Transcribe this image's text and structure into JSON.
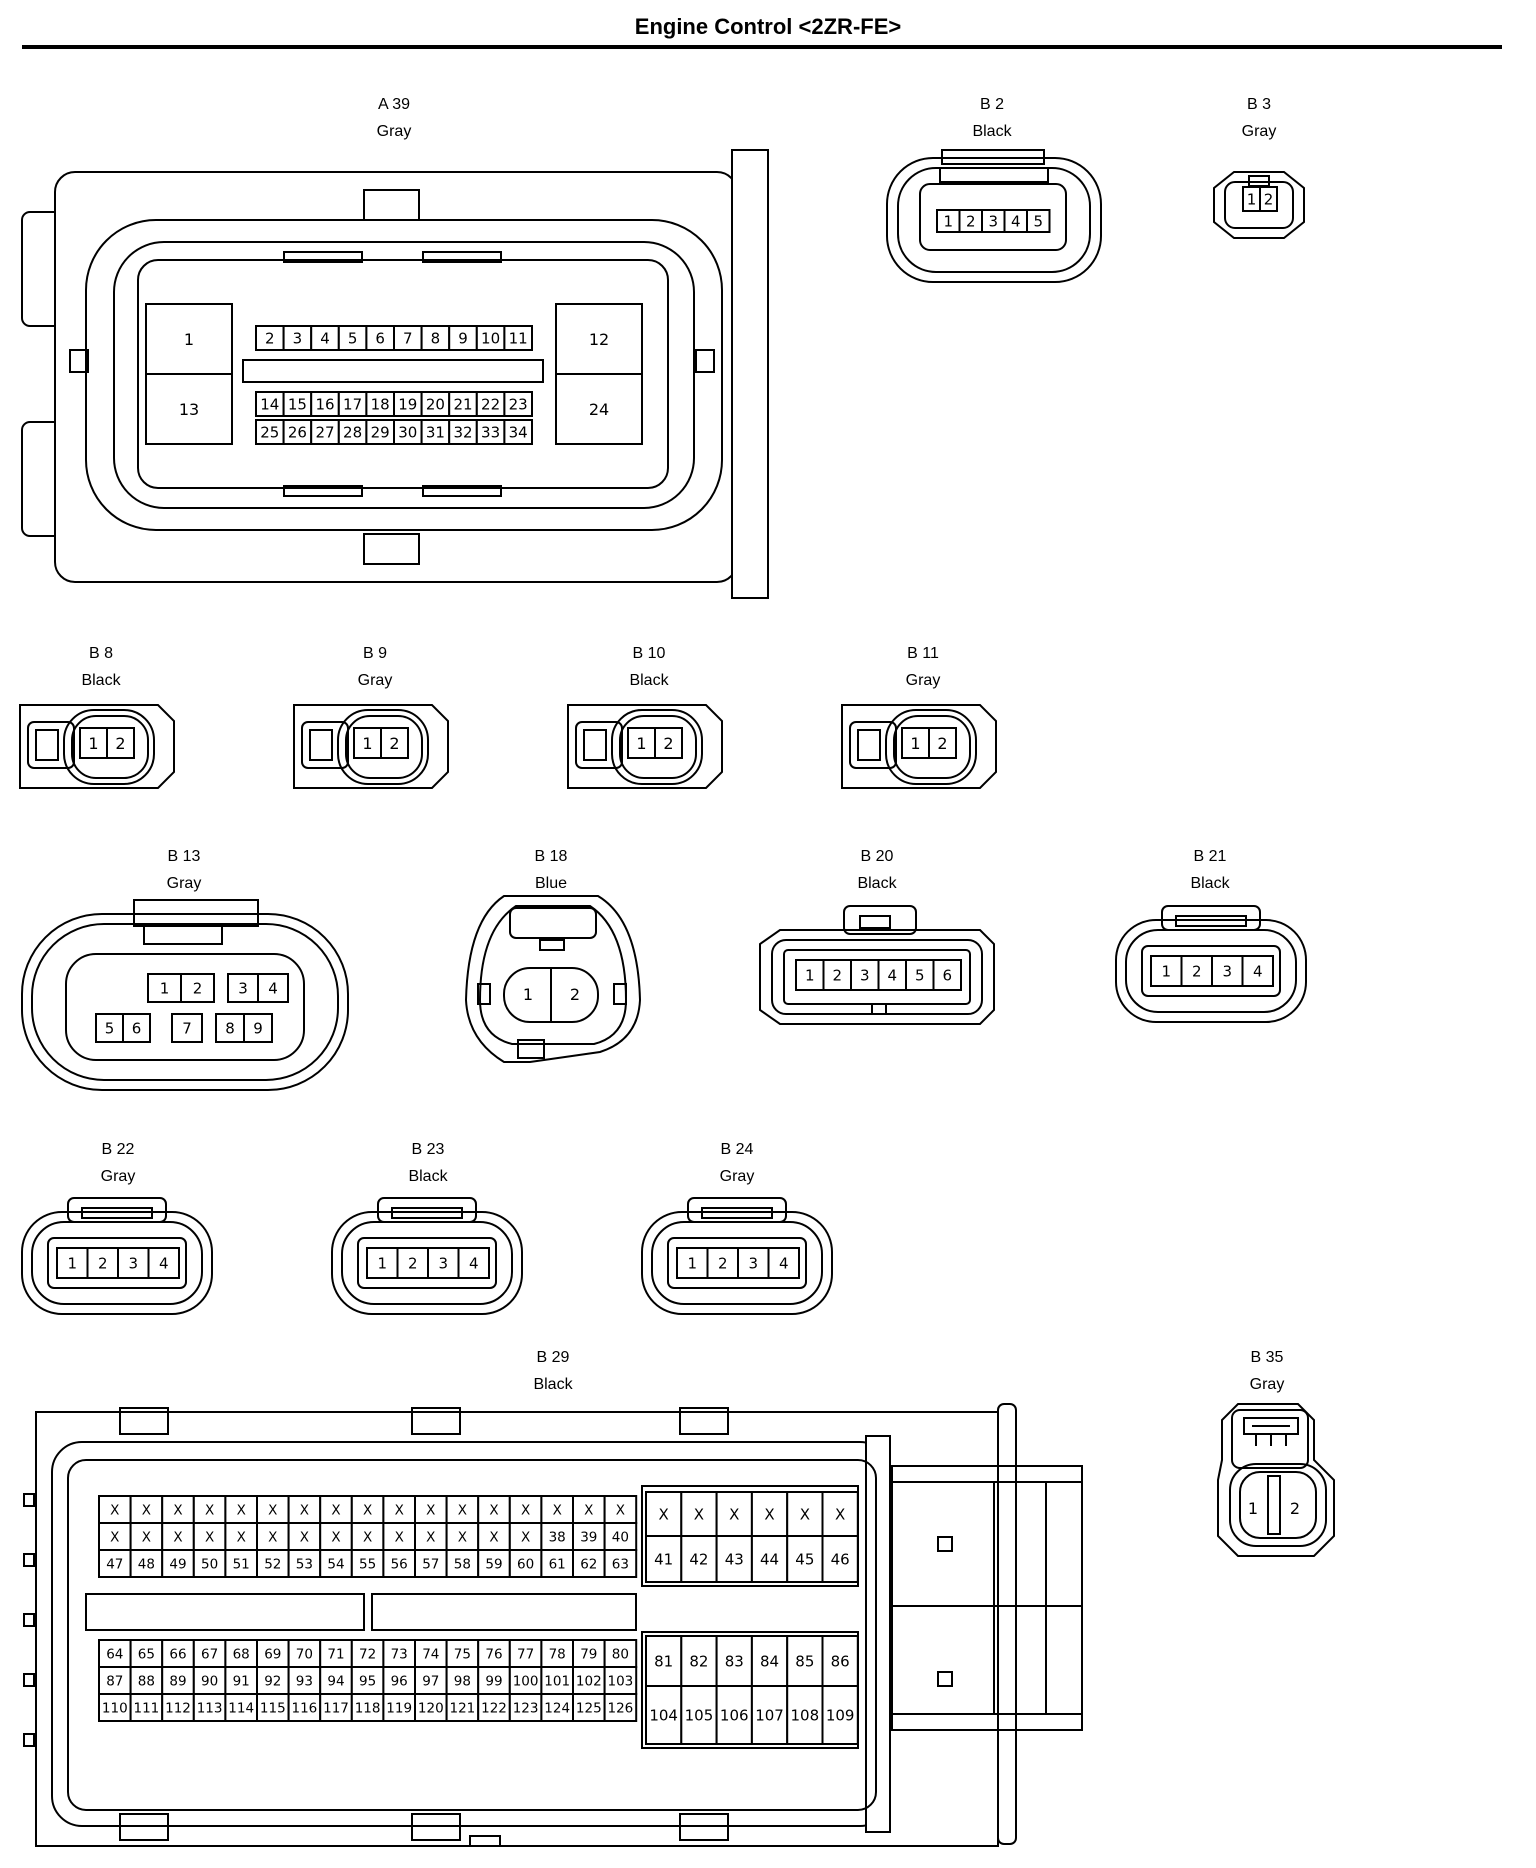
{
  "title": "Engine Control <2ZR-FE>",
  "connectors": [
    {
      "code": "A 39",
      "color": "Gray"
    },
    {
      "code": "B 2",
      "color": "Black"
    },
    {
      "code": "B 3",
      "color": "Gray"
    },
    {
      "code": "B 8",
      "color": "Black"
    },
    {
      "code": "B 9",
      "color": "Gray"
    },
    {
      "code": "B 10",
      "color": "Black"
    },
    {
      "code": "B 11",
      "color": "Gray"
    },
    {
      "code": "B 13",
      "color": "Gray"
    },
    {
      "code": "B 18",
      "color": "Blue"
    },
    {
      "code": "B 20",
      "color": "Black"
    },
    {
      "code": "B 21",
      "color": "Black"
    },
    {
      "code": "B 22",
      "color": "Gray"
    },
    {
      "code": "B 23",
      "color": "Black"
    },
    {
      "code": "B 24",
      "color": "Gray"
    },
    {
      "code": "B 29",
      "color": "Black"
    },
    {
      "code": "B 35",
      "color": "Gray"
    }
  ],
  "pins": {
    "a39_big": [
      "1",
      "13",
      "12",
      "24"
    ],
    "a39_top": [
      "2",
      "3",
      "4",
      "5",
      "6",
      "7",
      "8",
      "9",
      "10",
      "11"
    ],
    "a39_mid": [
      "14",
      "15",
      "16",
      "17",
      "18",
      "19",
      "20",
      "21",
      "22",
      "23"
    ],
    "a39_bot": [
      "25",
      "26",
      "27",
      "28",
      "29",
      "30",
      "31",
      "32",
      "33",
      "34"
    ],
    "b2": [
      "1",
      "2",
      "3",
      "4",
      "5"
    ],
    "two": [
      "1",
      "2"
    ],
    "b13": [
      "1",
      "2",
      "3",
      "4",
      "5",
      "6",
      "7",
      "8",
      "9"
    ],
    "b20": [
      "1",
      "2",
      "3",
      "4",
      "5",
      "6"
    ],
    "four": [
      "1",
      "2",
      "3",
      "4"
    ],
    "b29_row1": [
      "X",
      "X",
      "X",
      "X",
      "X",
      "X",
      "X",
      "X",
      "X",
      "X",
      "X",
      "X",
      "X",
      "X",
      "X",
      "X",
      "X"
    ],
    "b29_row2": [
      "X",
      "X",
      "X",
      "X",
      "X",
      "X",
      "X",
      "X",
      "X",
      "X",
      "X",
      "X",
      "X",
      "X",
      "38",
      "39",
      "40"
    ],
    "b29_row3": [
      "47",
      "48",
      "49",
      "50",
      "51",
      "52",
      "53",
      "54",
      "55",
      "56",
      "57",
      "58",
      "59",
      "60",
      "61",
      "62",
      "63"
    ],
    "b29_row4": [
      "64",
      "65",
      "66",
      "67",
      "68",
      "69",
      "70",
      "71",
      "72",
      "73",
      "74",
      "75",
      "76",
      "77",
      "78",
      "79",
      "80"
    ],
    "b29_row5": [
      "87",
      "88",
      "89",
      "90",
      "91",
      "92",
      "93",
      "94",
      "95",
      "96",
      "97",
      "98",
      "99",
      "100",
      "101",
      "102",
      "103"
    ],
    "b29_row6": [
      "110",
      "111",
      "112",
      "113",
      "114",
      "115",
      "116",
      "117",
      "118",
      "119",
      "120",
      "121",
      "122",
      "123",
      "124",
      "125",
      "126"
    ],
    "b29_r1": [
      "X",
      "X",
      "X",
      "X",
      "X",
      "X"
    ],
    "b29_r2": [
      "41",
      "42",
      "43",
      "44",
      "45",
      "46"
    ],
    "b29_r3": [
      "81",
      "82",
      "83",
      "84",
      "85",
      "86"
    ],
    "b29_r4": [
      "104",
      "105",
      "106",
      "107",
      "108",
      "109"
    ]
  }
}
